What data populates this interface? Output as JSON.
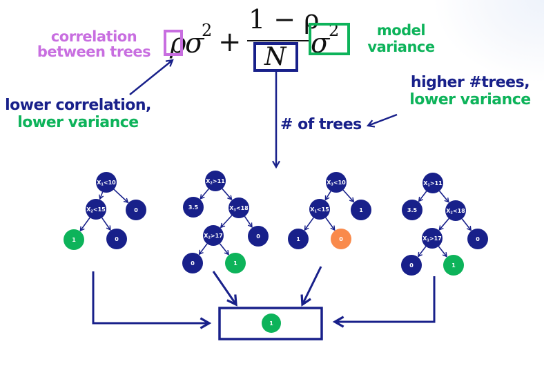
{
  "formula": {
    "term1_rho": "ρ",
    "term1_sigma": "σ",
    "exp": "2",
    "plus": "+",
    "numerator": "1 − ρ",
    "denominator": "N",
    "term2_sigma": "σ"
  },
  "annotations": {
    "correlation_line1": "correlation",
    "correlation_line2": "between trees",
    "model_variance_line1": "model",
    "model_variance_line2": "variance",
    "lower_corr_line1": "lower correlation,",
    "lower_corr_line2": "lower variance",
    "higher_trees_line1": "higher #trees,",
    "higher_trees_line2": "lower variance",
    "num_trees": "# of trees"
  },
  "colors": {
    "navy": "#18208a",
    "green": "#0db35a",
    "purple": "#c86ee0",
    "orange": "#f98a4b"
  },
  "trees": [
    {
      "nodes": [
        {
          "id": "a",
          "var": "X",
          "sub": "1",
          "op": "<10",
          "color": "navy"
        },
        {
          "id": "b",
          "var": "X",
          "sub": "2",
          "op": "<15",
          "color": "navy"
        },
        {
          "id": "c",
          "label": "0",
          "color": "navy"
        },
        {
          "id": "d",
          "label": "1",
          "color": "green"
        },
        {
          "id": "e",
          "label": "0",
          "color": "navy"
        }
      ]
    },
    {
      "nodes": [
        {
          "id": "a",
          "var": "X",
          "sub": "2",
          "op": ">11",
          "color": "navy"
        },
        {
          "id": "b",
          "label": "3.5",
          "color": "navy"
        },
        {
          "id": "c",
          "var": "X",
          "sub": "3",
          "op": "<18",
          "color": "navy"
        },
        {
          "id": "d",
          "var": "X",
          "sub": "2",
          "op": ">17",
          "color": "navy"
        },
        {
          "id": "e",
          "label": "0",
          "color": "navy"
        },
        {
          "id": "f",
          "label": "0",
          "color": "navy"
        },
        {
          "id": "g",
          "label": "1",
          "color": "green"
        }
      ]
    },
    {
      "nodes": [
        {
          "id": "a",
          "var": "X",
          "sub": "3",
          "op": "<10",
          "color": "navy"
        },
        {
          "id": "b",
          "var": "X",
          "sub": "1",
          "op": "<15",
          "color": "navy"
        },
        {
          "id": "c",
          "label": "1",
          "color": "navy"
        },
        {
          "id": "d",
          "label": "1",
          "color": "navy"
        },
        {
          "id": "e",
          "label": "0",
          "color": "orange"
        }
      ]
    },
    {
      "nodes": [
        {
          "id": "a",
          "var": "X",
          "sub": "1",
          "op": ">11",
          "color": "navy"
        },
        {
          "id": "b",
          "label": "3.5",
          "color": "navy"
        },
        {
          "id": "c",
          "var": "X",
          "sub": "2",
          "op": "<18",
          "color": "navy"
        },
        {
          "id": "d",
          "var": "X",
          "sub": "1",
          "op": ">17",
          "color": "navy"
        },
        {
          "id": "e",
          "label": "0",
          "color": "navy"
        },
        {
          "id": "f",
          "label": "0",
          "color": "navy"
        },
        {
          "id": "g",
          "label": "1",
          "color": "green"
        }
      ]
    }
  ],
  "result": {
    "label": "1",
    "color": "green"
  }
}
